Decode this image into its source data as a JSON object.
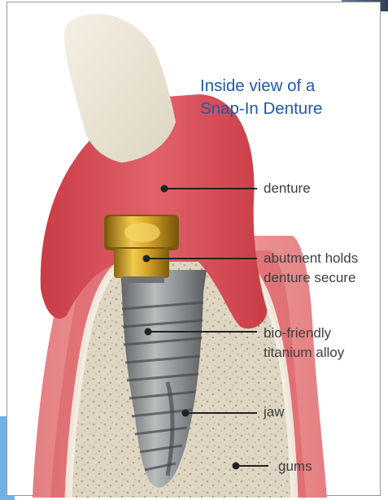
{
  "title": {
    "line1": "Inside view of a",
    "line2": "Snap-In Denture"
  },
  "labels": {
    "denture": "denture",
    "abutment": "abutment holds\ndenture secure",
    "implant": "bio-friendly\ntitanium alloy",
    "jaw": "jaw",
    "gums": "gums"
  },
  "colors": {
    "title": "#1f5aa5",
    "gum": "#d9515a",
    "bone": "#e7e0d0",
    "tooth": "#ece6d6",
    "gold": "#c99a1e",
    "titanium": "#8f9294",
    "corner_accent": "#6fb3e6"
  }
}
